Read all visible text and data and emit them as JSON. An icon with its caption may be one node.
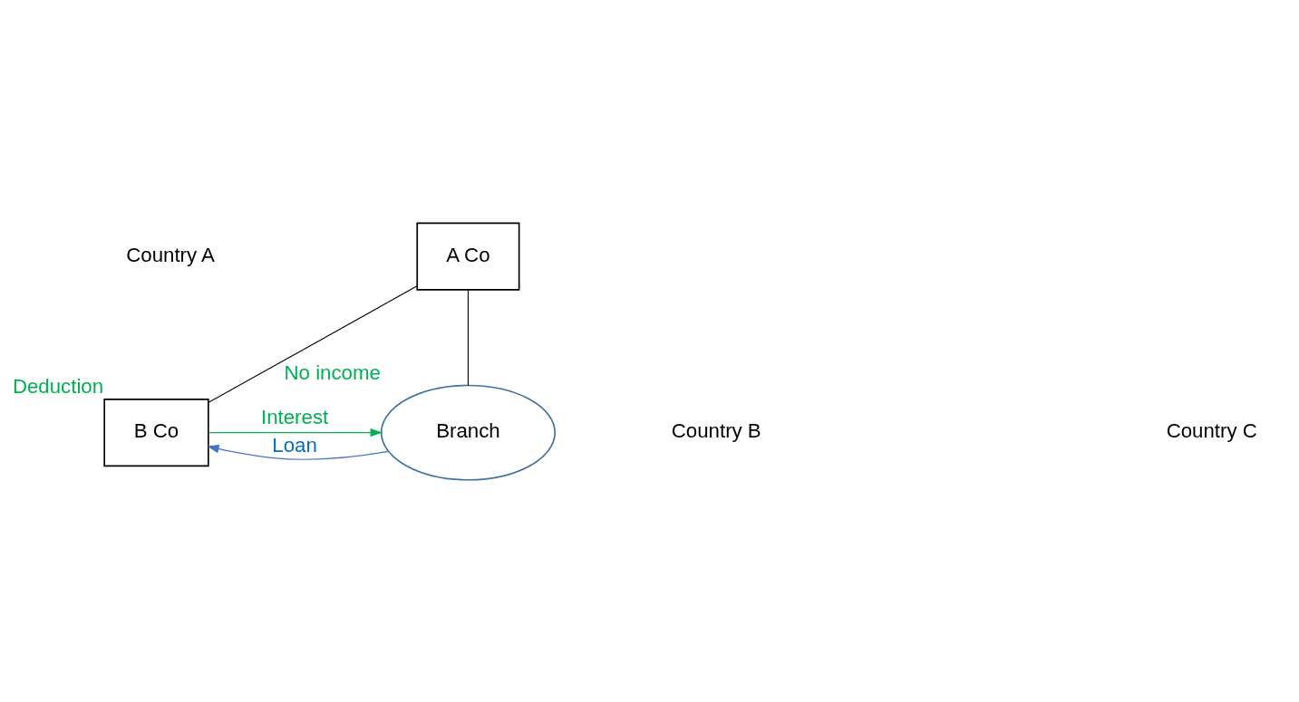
{
  "diagram": {
    "nodes": [
      {
        "text": [
          "A Co"
        ]
      },
      {
        "text": [
          "B Co"
        ],
        "beside": [
          "Deduction"
        ]
      },
      {
        "text": [
          "Branch"
        ],
        "beside": [
          "No income"
        ]
      }
    ],
    "edges": [
      {
        "from": 0,
        "to": 1,
        "arrow": "none"
      },
      {
        "from": 0,
        "to": 2,
        "arrow": "none"
      },
      {
        "from": 2,
        "to": 1,
        "arrow": "to",
        "label": "Loan",
        "color": "#4472c4"
      },
      {
        "from": 1,
        "to": 2,
        "arrow": "to",
        "label": "Interest",
        "color": "#00b050"
      }
    ],
    "labels": [
      "Country A",
      "Country B",
      "Country C"
    ]
  }
}
